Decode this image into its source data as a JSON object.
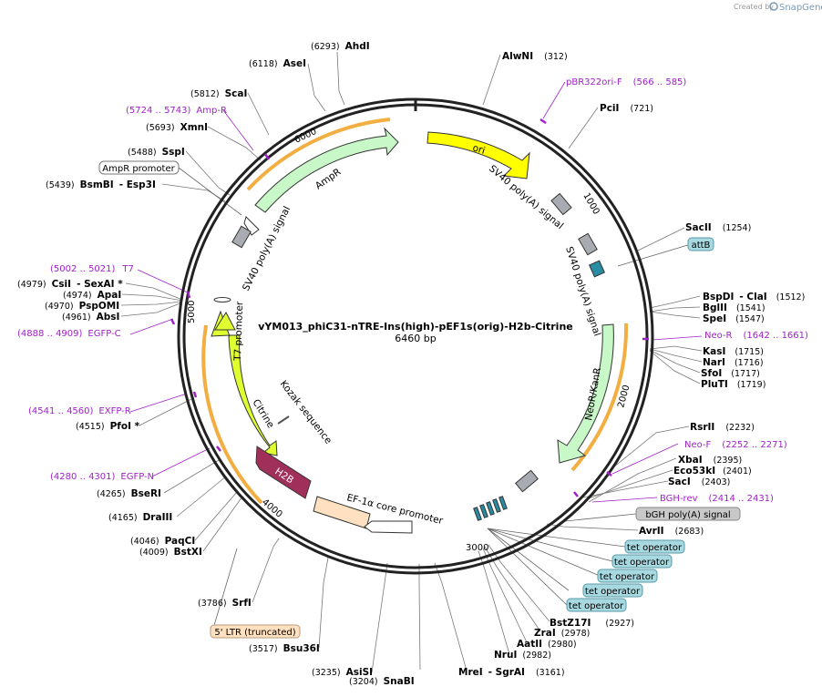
{
  "branding": {
    "created_by": "Created by",
    "product": "SnapGene"
  },
  "plasmid": {
    "name": "vYM013_phiC31-nTRE-Ins(high)-pEF1s(orig)-H2b-Citrine",
    "length": "6460 bp"
  },
  "ticks": [
    "1000",
    "2000",
    "3000",
    "4000",
    "5000",
    "6000"
  ],
  "map_features": {
    "ori": "ori",
    "sv40_a": "SV40 poly(A) signal",
    "sv40_b": "SV40 poly(A) signal",
    "sv40_c": "SV40 poly(A) signal",
    "neo": "NeoR/KanR",
    "ampr": "AmpR",
    "t7": "T7 promoter",
    "citrine": "Citrine",
    "h2b": "H2B",
    "kozak": "Kozak sequence",
    "ef1a": "EF-1α core promoter"
  },
  "sites": [
    {
      "name": "AhdI",
      "pos": "(6293)"
    },
    {
      "name": "AseI",
      "pos": "(6118)"
    },
    {
      "name": "ScaI",
      "pos": "(5812)"
    },
    {
      "name": "XmnI",
      "pos": "(5693)"
    },
    {
      "name": "SspI",
      "pos": "(5488)"
    },
    {
      "name": "BsmBI",
      "pos": "(5439)",
      "name2": "- Esp3I"
    },
    {
      "name": "CsiI",
      "pos": "(4979)",
      "name2": "- SexAI *"
    },
    {
      "name": "ApaI",
      "pos": "(4974)"
    },
    {
      "name": "PspOMI",
      "pos": "(4970)"
    },
    {
      "name": "AbsI",
      "pos": "(4961)"
    },
    {
      "name": "PfoI *",
      "pos": "(4515)"
    },
    {
      "name": "BseRI",
      "pos": "(4265)"
    },
    {
      "name": "DraIII",
      "pos": "(4165)"
    },
    {
      "name": "PaqCI",
      "pos": "(4046)"
    },
    {
      "name": "BstXI",
      "pos": "(4009)"
    },
    {
      "name": "SrfI",
      "pos": "(3786)"
    },
    {
      "name": "Bsu36I",
      "pos": "(3517)"
    },
    {
      "name": "AsiSI",
      "pos": "(3235)"
    },
    {
      "name": "SnaBI",
      "pos": "(3204)"
    },
    {
      "name": "MreI",
      "pos": "",
      "name2": "- SgrAI",
      "pos2": "(3161)"
    },
    {
      "name": "NruI",
      "pos": "(2982)"
    },
    {
      "name": "AatII",
      "pos": "(2980)"
    },
    {
      "name": "ZraI",
      "pos": "(2978)"
    },
    {
      "name": "BstZ17I",
      "pos": "(2927)"
    },
    {
      "name": "AvrII",
      "pos": "(2683)"
    },
    {
      "name": "SacI",
      "pos": "(2403)"
    },
    {
      "name": "Eco53kI",
      "pos": "(2401)"
    },
    {
      "name": "XbaI",
      "pos": "(2395)"
    },
    {
      "name": "RsrII",
      "pos": "(2232)"
    },
    {
      "name": "PluTI",
      "pos": "(1719)"
    },
    {
      "name": "SfoI",
      "pos": "(1717)"
    },
    {
      "name": "NarI",
      "pos": "(1716)"
    },
    {
      "name": "KasI",
      "pos": "(1715)"
    },
    {
      "name": "SpeI",
      "pos": "(1547)"
    },
    {
      "name": "BglII",
      "pos": "(1541)"
    },
    {
      "name": "BspDI",
      "pos": "",
      "name2": "- ClaI",
      "pos2": "(1512)"
    },
    {
      "name": "SacII",
      "pos": "(1254)"
    },
    {
      "name": "PciI",
      "pos": "(721)"
    },
    {
      "name": "AlwNI",
      "pos": "(312)"
    }
  ],
  "primers": [
    {
      "name": "pBR322ori-F",
      "range": "(566 .. 585)"
    },
    {
      "name": "Amp-R",
      "range": "(5724 .. 5743)"
    },
    {
      "name": "T7",
      "range": "(5002 .. 5021)"
    },
    {
      "name": "EGFP-C",
      "range": "(4888 .. 4909)"
    },
    {
      "name": "EXFP-R",
      "range": "(4541 .. 4560)"
    },
    {
      "name": "EGFP-N",
      "range": "(4280 .. 4301)"
    },
    {
      "name": "Neo-R",
      "range": "(1642 .. 1661)"
    },
    {
      "name": "Neo-F",
      "range": "(2252 .. 2271)"
    },
    {
      "name": "BGH-rev",
      "range": "(2414 .. 2431)"
    }
  ],
  "boxed_labels": {
    "ampr_promoter": "AmpR promoter",
    "attb": "attB",
    "bgh": "bGH poly(A) signal",
    "tet": [
      "tet operator",
      "tet operator",
      "tet operator",
      "tet operator",
      "tet operator"
    ],
    "ltr": "5' LTR (truncated)"
  },
  "colors": {
    "backbone": "#222222",
    "ori": "#ffff00",
    "marker": "#c8f8c8",
    "promoter": "#ffffff",
    "citrine": "#e0ff30",
    "h2b": "#a0305a",
    "ef1a": "#ffe0c0",
    "polyA": "#a8acb2",
    "attb": "#2a8ca0",
    "primer": "#a020c8",
    "orange_band": "#f0a020"
  }
}
